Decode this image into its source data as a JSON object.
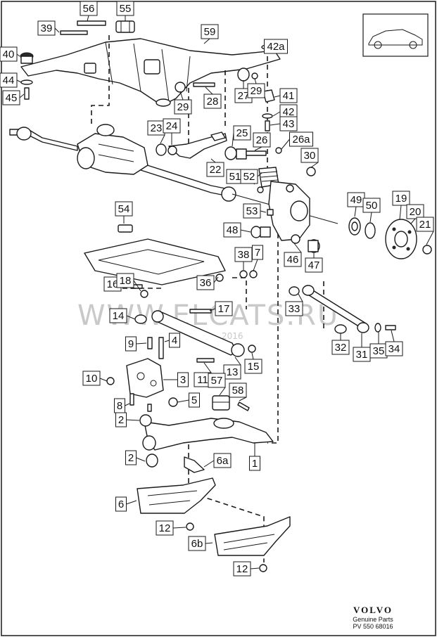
{
  "watermark": "WWW.ELCATS.RU",
  "watermark_year": "2016",
  "brand": {
    "name": "VOLVO",
    "tagline": "Genuine Parts",
    "code": "PV 550 68016"
  },
  "callouts": [
    {
      "label": "56"
    },
    {
      "label": "55"
    },
    {
      "label": "39"
    },
    {
      "label": "59"
    },
    {
      "label": "42a"
    },
    {
      "label": "40"
    },
    {
      "label": "44"
    },
    {
      "label": "45"
    },
    {
      "label": "27"
    },
    {
      "label": "29"
    },
    {
      "label": "41"
    },
    {
      "label": "42"
    },
    {
      "label": "43"
    },
    {
      "label": "29"
    },
    {
      "label": "28"
    },
    {
      "label": "23"
    },
    {
      "label": "24"
    },
    {
      "label": "25"
    },
    {
      "label": "26"
    },
    {
      "label": "26a"
    },
    {
      "label": "30"
    },
    {
      "label": "22"
    },
    {
      "label": "51"
    },
    {
      "label": "52"
    },
    {
      "label": "49"
    },
    {
      "label": "50"
    },
    {
      "label": "19"
    },
    {
      "label": "20"
    },
    {
      "label": "21"
    },
    {
      "label": "54"
    },
    {
      "label": "53"
    },
    {
      "label": "48"
    },
    {
      "label": "46"
    },
    {
      "label": "47"
    },
    {
      "label": "38"
    },
    {
      "label": "7"
    },
    {
      "label": "16"
    },
    {
      "label": "18"
    },
    {
      "label": "36"
    },
    {
      "label": "17"
    },
    {
      "label": "33"
    },
    {
      "label": "14"
    },
    {
      "label": "9"
    },
    {
      "label": "4"
    },
    {
      "label": "13"
    },
    {
      "label": "15"
    },
    {
      "label": "32"
    },
    {
      "label": "31"
    },
    {
      "label": "35"
    },
    {
      "label": "34"
    },
    {
      "label": "10"
    },
    {
      "label": "3"
    },
    {
      "label": "11"
    },
    {
      "label": "57"
    },
    {
      "label": "58"
    },
    {
      "label": "8"
    },
    {
      "label": "5"
    },
    {
      "label": "2"
    },
    {
      "label": "2"
    },
    {
      "label": "6a"
    },
    {
      "label": "1"
    },
    {
      "label": "6"
    },
    {
      "label": "12"
    },
    {
      "label": "6b"
    },
    {
      "label": "12"
    }
  ]
}
